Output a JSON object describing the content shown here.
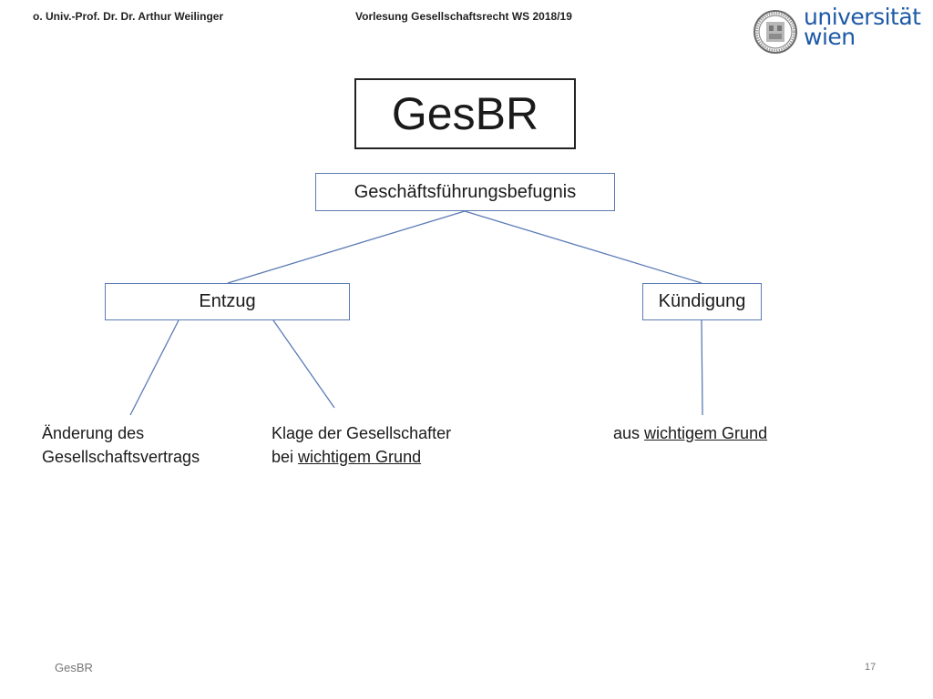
{
  "header": {
    "author": "o. Univ.-Prof. Dr. Dr. Arthur Weilinger",
    "lecture": "Vorlesung Gesellschaftsrecht WS 2018/19"
  },
  "logo": {
    "line1": "universität",
    "line2": "wien",
    "icon": "university-seal-icon",
    "color": "#1f5aa6"
  },
  "title": "GesBR",
  "diagram": {
    "root": "Geschäftsführungsbefugnis",
    "branches": [
      {
        "label": "Entzug",
        "leaves": [
          {
            "line1": "Änderung des",
            "line2": "Gesellschaftsvertrags"
          },
          {
            "line1": "Klage der Gesellschafter",
            "line2_prefix": "bei ",
            "line2_underlined": "wichtigem Grund"
          }
        ]
      },
      {
        "label": "Kündigung",
        "leaves": [
          {
            "prefix": "aus ",
            "underlined": "wichtigem Grund"
          }
        ]
      }
    ],
    "node_border_color": "#5b7bb5",
    "connector_color": "#5b7bb5"
  },
  "footer": {
    "label": "GesBR",
    "page": "17"
  }
}
